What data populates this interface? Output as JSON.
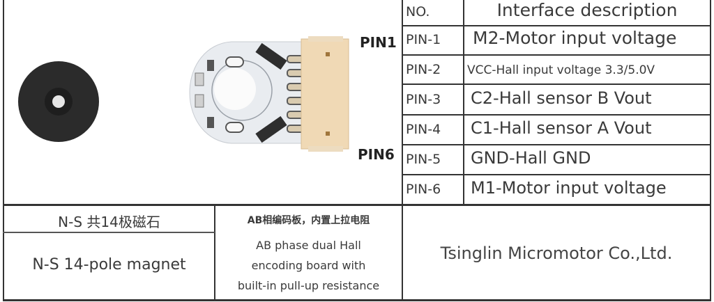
{
  "table": {
    "header": {
      "no": "NO.",
      "description": "Interface description"
    },
    "rows": [
      {
        "pin": "PIN-1",
        "description": "M2-Motor input voltage"
      },
      {
        "pin": "PIN-2",
        "description": "VCC-Hall input voltage 3.3/5.0V"
      },
      {
        "pin": "PIN-3",
        "description": "C2-Hall sensor B Vout"
      },
      {
        "pin": "PIN-4",
        "description": "C1-Hall sensor A Vout"
      },
      {
        "pin": "PIN-5",
        "description": "GND-Hall GND"
      },
      {
        "pin": "PIN-6",
        "description": "M1-Motor input voltage"
      }
    ]
  },
  "connector_labels": {
    "top": "PIN1",
    "bottom": "PIN6"
  },
  "magnet": {
    "label_cn": "N-S 共14极磁石",
    "label_en": "N-S 14-pole magnet",
    "color": "#2b2b2b"
  },
  "board": {
    "label_cn": "AB相编码板，内置上拉电阻",
    "label_en_lines": [
      "AB phase dual Hall",
      "encoding board with",
      "built-in pull-up resistance"
    ],
    "pcb_color": "#e9ecf0",
    "connector_color": "#f0d9b5"
  },
  "company": "Tsinglin Micromotor Co.,Ltd."
}
